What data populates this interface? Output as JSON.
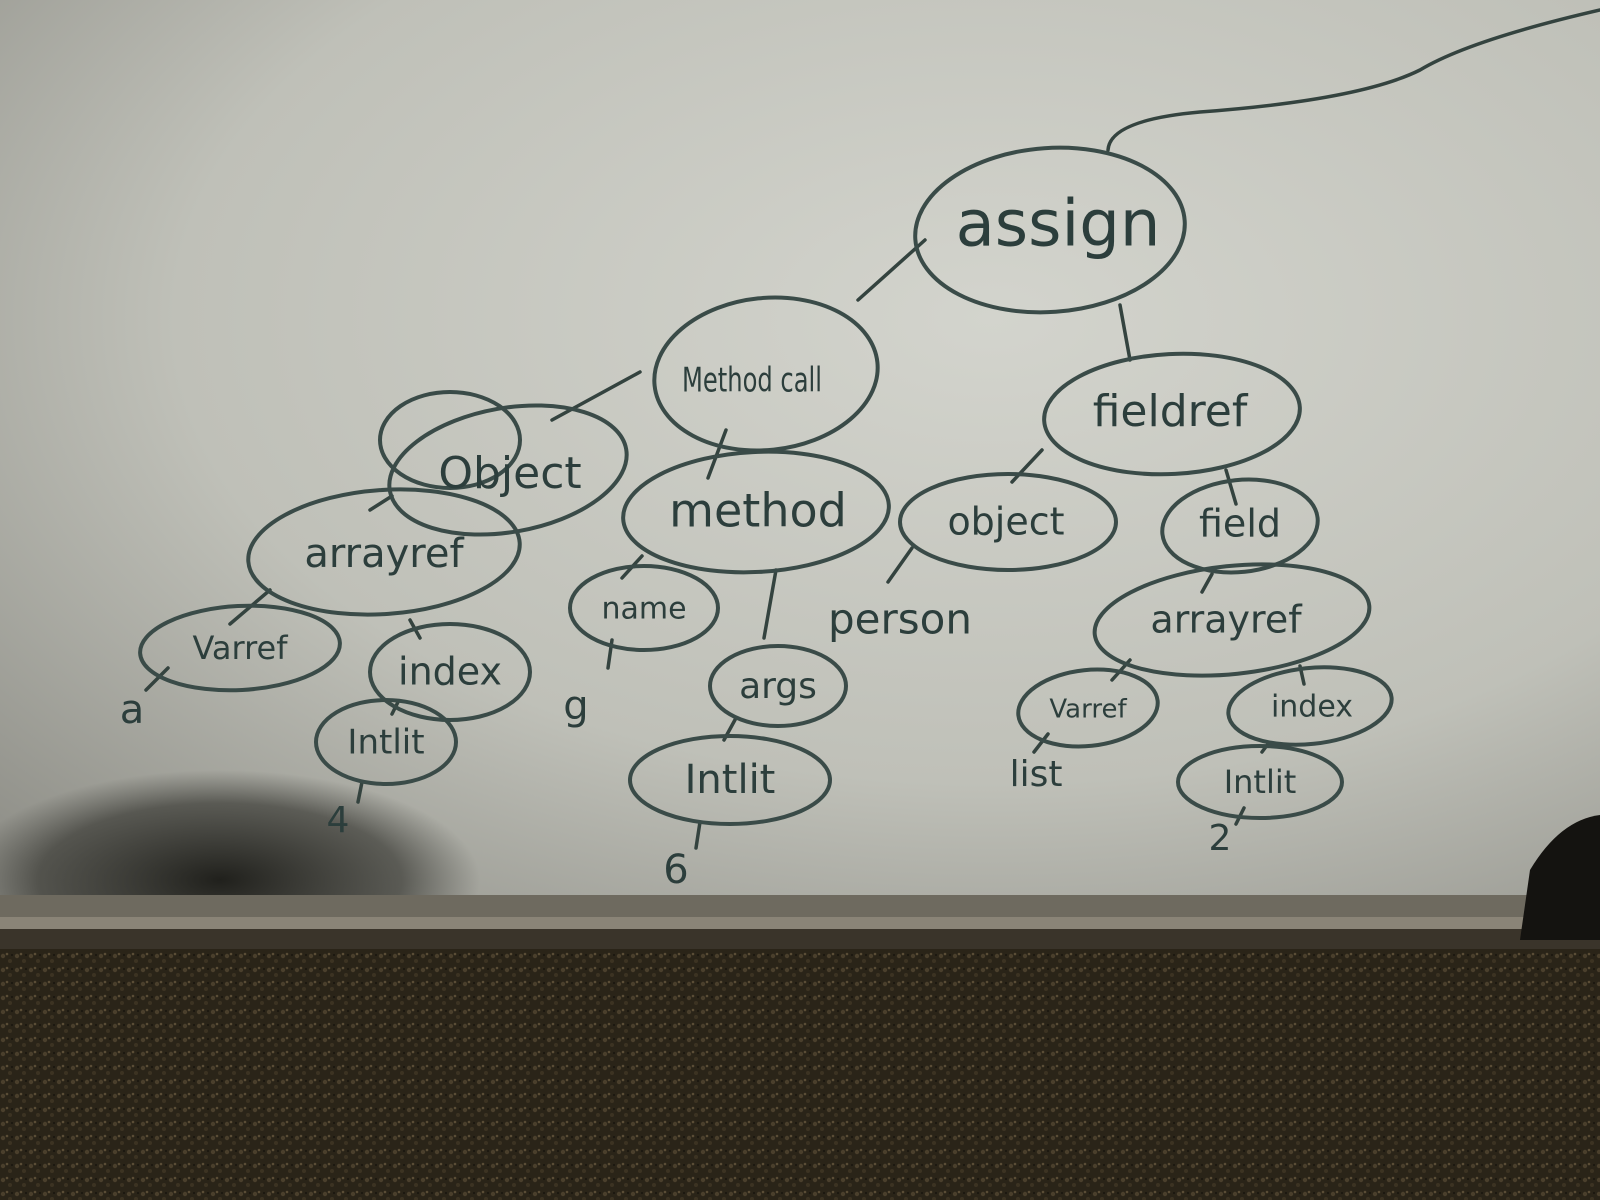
{
  "nodes": {
    "assign": "assign",
    "method_call": "Method call",
    "fieldref": "fieldref",
    "object_left": "Object",
    "method": "method",
    "object_right": "object",
    "field": "field",
    "arrayref_left": "arrayref",
    "name": "name",
    "arrayref_right": "arrayref",
    "varref_left": "Varref",
    "index_left": "index",
    "args": "args",
    "varref_right": "Varref",
    "index_right": "index",
    "intlit_left": "Intlit",
    "intlit_mid": "Intlit",
    "intlit_right": "Intlit"
  },
  "leaves": {
    "a": "a",
    "four": "4",
    "g": "g",
    "six": "6",
    "person": "person",
    "list": "list",
    "two": "2"
  },
  "colors": {
    "ink": "#2c3e3c",
    "board": "#c9c9c2",
    "carpet": "#2a2418"
  }
}
